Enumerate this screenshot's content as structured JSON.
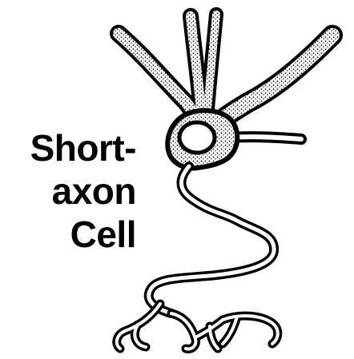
{
  "label": {
    "line1": "Short-",
    "line2": "axon",
    "line3": "Cell"
  },
  "colors": {
    "ink": "#000000",
    "paper": "#ffffff"
  }
}
